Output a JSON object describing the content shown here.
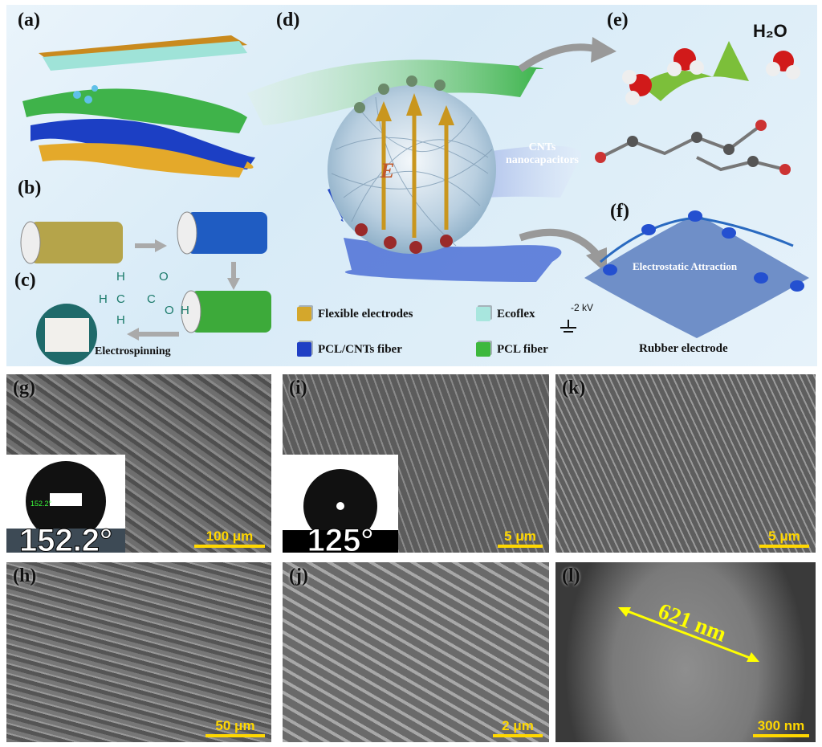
{
  "panels": {
    "a": "(a)",
    "b": "(b)",
    "c": "(c)",
    "d": "(d)",
    "e": "(e)",
    "f": "(f)",
    "g": "(g)",
    "h": "(h)",
    "i": "(i)",
    "j": "(j)",
    "k": "(k)",
    "l": "(l)"
  },
  "schematic": {
    "process_label": "Electrospinning",
    "cnt_label_line1": "CNTs",
    "cnt_label_line2": "nanocapacitors",
    "field_symbol": "E",
    "water_label": "H₂O",
    "electrostatic_label": "Electrostatic Attraction",
    "voltage_label": "-2 kV",
    "rubber_label": "Rubber electrode",
    "formula": {
      "h1": "H",
      "h2": "H",
      "h3": "H",
      "c1": "C",
      "c2": "C",
      "o1": "O",
      "o2": "O",
      "h4": "H"
    }
  },
  "legend": [
    {
      "label": "Flexible electrodes",
      "color": "#d4a72c"
    },
    {
      "label": "Ecoflex",
      "color": "#a8e6de"
    },
    {
      "label": "PCL/CNTs fiber",
      "color": "#1f3fc4"
    },
    {
      "label": "PCL fiber",
      "color": "#3db83d"
    }
  ],
  "sem": {
    "g": {
      "scale": "100 μm",
      "angle": "152.2°",
      "angle_small": "152.2°"
    },
    "h": {
      "scale": "50 μm"
    },
    "i": {
      "scale": "5 μm",
      "angle": "125°"
    },
    "j": {
      "scale": "2 μm"
    },
    "k": {
      "scale": "5 μm"
    },
    "l": {
      "scale": "300 nm",
      "diameter": "621 nm"
    }
  },
  "colors": {
    "scale_bar": "#ffd700",
    "background_top": "#dcedf8"
  }
}
